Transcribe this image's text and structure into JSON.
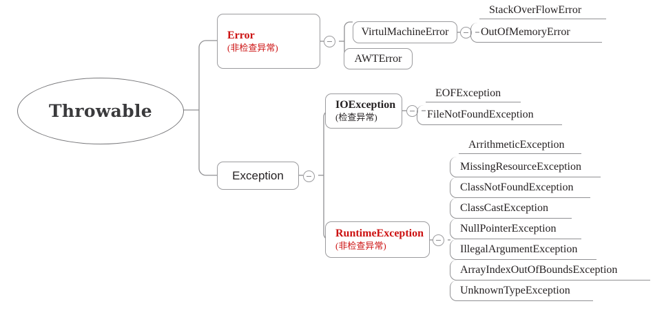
{
  "diagram": {
    "title": "Java Throwable hierarchy mind map",
    "accent_red": "#cc1111",
    "line_color": "#8f8f92",
    "text_color": "#231f20"
  },
  "root": {
    "label": "Throwable"
  },
  "branches": {
    "error": {
      "name": "Error",
      "note": "(非检查异常)",
      "children": {
        "virtual_machine_error": {
          "name": "VirtulMachineError",
          "children": [
            {
              "name": "StackOverFlowError"
            },
            {
              "name": "OutOfMemoryError"
            }
          ]
        },
        "awt_error": {
          "name": "AWTError"
        }
      }
    },
    "exception": {
      "name": "Exception",
      "children": {
        "io_exception": {
          "name": "IOException",
          "note": "(检查异常)",
          "children": [
            {
              "name": "EOFException"
            },
            {
              "name": "FileNotFoundException"
            }
          ]
        },
        "runtime_exception": {
          "name": "RuntimeException",
          "note": "(非检查异常)",
          "children": [
            {
              "name": "ArrithmeticException"
            },
            {
              "name": "MissingResourceException"
            },
            {
              "name": "ClassNotFoundException"
            },
            {
              "name": "ClassCastException"
            },
            {
              "name": "NullPointerException"
            },
            {
              "name": "IllegalArgumentException"
            },
            {
              "name": "ArrayIndexOutOfBoundsException"
            },
            {
              "name": "UnknownTypeException"
            }
          ]
        }
      }
    }
  },
  "toggles": {
    "error": "collapse-toggle-error",
    "virtual_machine_error": "collapse-toggle-virtulmachineerror",
    "exception": "collapse-toggle-exception",
    "io_exception": "collapse-toggle-ioexception",
    "runtime_exception": "collapse-toggle-runtimeexception"
  }
}
